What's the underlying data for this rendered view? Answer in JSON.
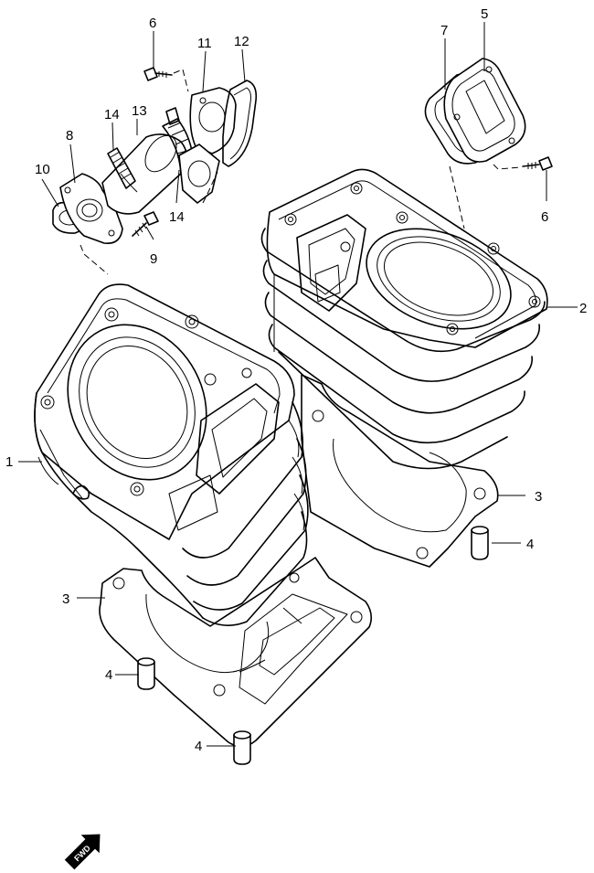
{
  "diagram": {
    "callouts": {
      "c1": "1",
      "c2": "2",
      "c3a": "3",
      "c3b": "3",
      "c4a": "4",
      "c4b": "4",
      "c4c": "4",
      "c5": "5",
      "c6a": "6",
      "c6b": "6",
      "c7": "7",
      "c8": "8",
      "c9": "9",
      "c10": "10",
      "c11": "11",
      "c12": "12",
      "c13": "13",
      "c14a": "14",
      "c14b": "14"
    },
    "fwd_label": "FWD",
    "fwd_icon": "fwd-arrow-icon"
  }
}
